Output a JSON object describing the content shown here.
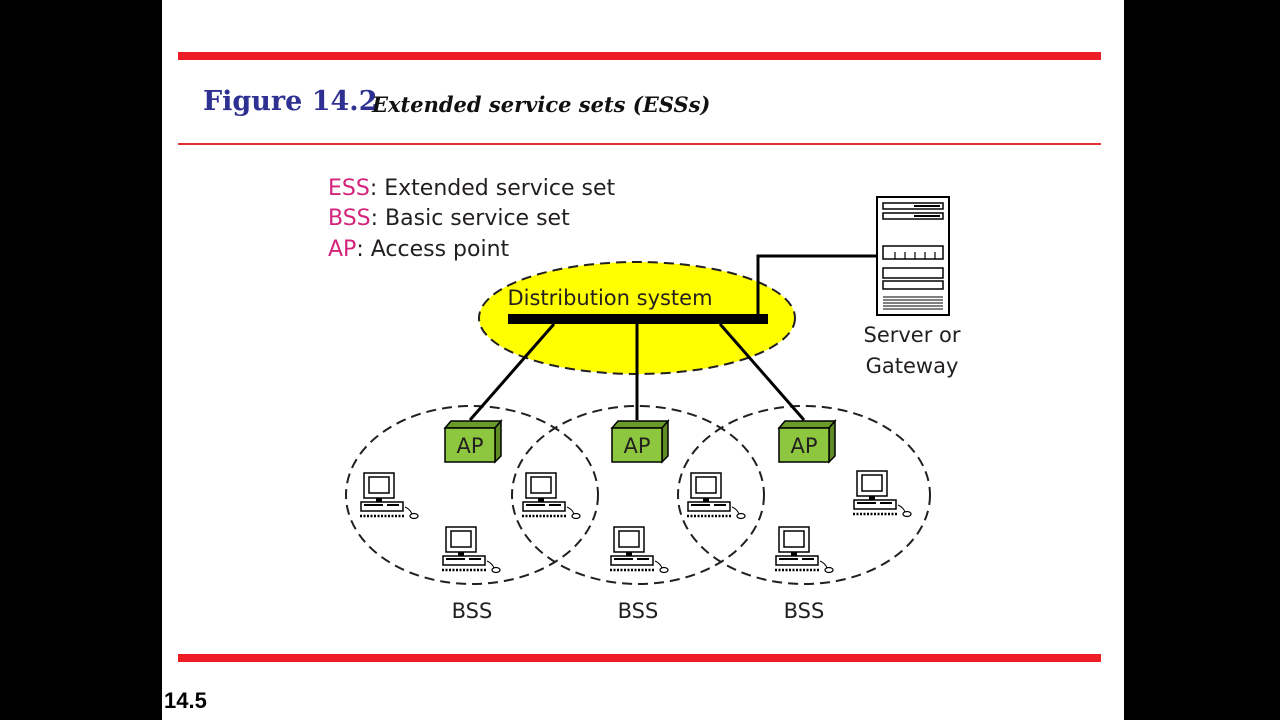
{
  "figure": {
    "number": "Figure 14.2",
    "caption": "Extended service sets (ESSs)"
  },
  "legend": [
    {
      "abbr": "ESS",
      "text": ": Extended service set"
    },
    {
      "abbr": "BSS",
      "text": ": Basic service set"
    },
    {
      "abbr": "AP",
      "text": ": Access point"
    }
  ],
  "diagram": {
    "distribution_label": "Distribution system",
    "server_label_line1": "Server or",
    "server_label_line2": "Gateway",
    "bss": [
      {
        "ap_label": "AP",
        "bss_label": "BSS"
      },
      {
        "ap_label": "AP",
        "bss_label": "BSS"
      },
      {
        "ap_label": "AP",
        "bss_label": "BSS"
      }
    ],
    "colors": {
      "ellipse_fill": "#ffff00",
      "ap_fill": "#8dc63f",
      "accent": "#ee1c24",
      "title": "#2e3192",
      "abbr": "#d4237b"
    }
  },
  "page_number": "14.5"
}
